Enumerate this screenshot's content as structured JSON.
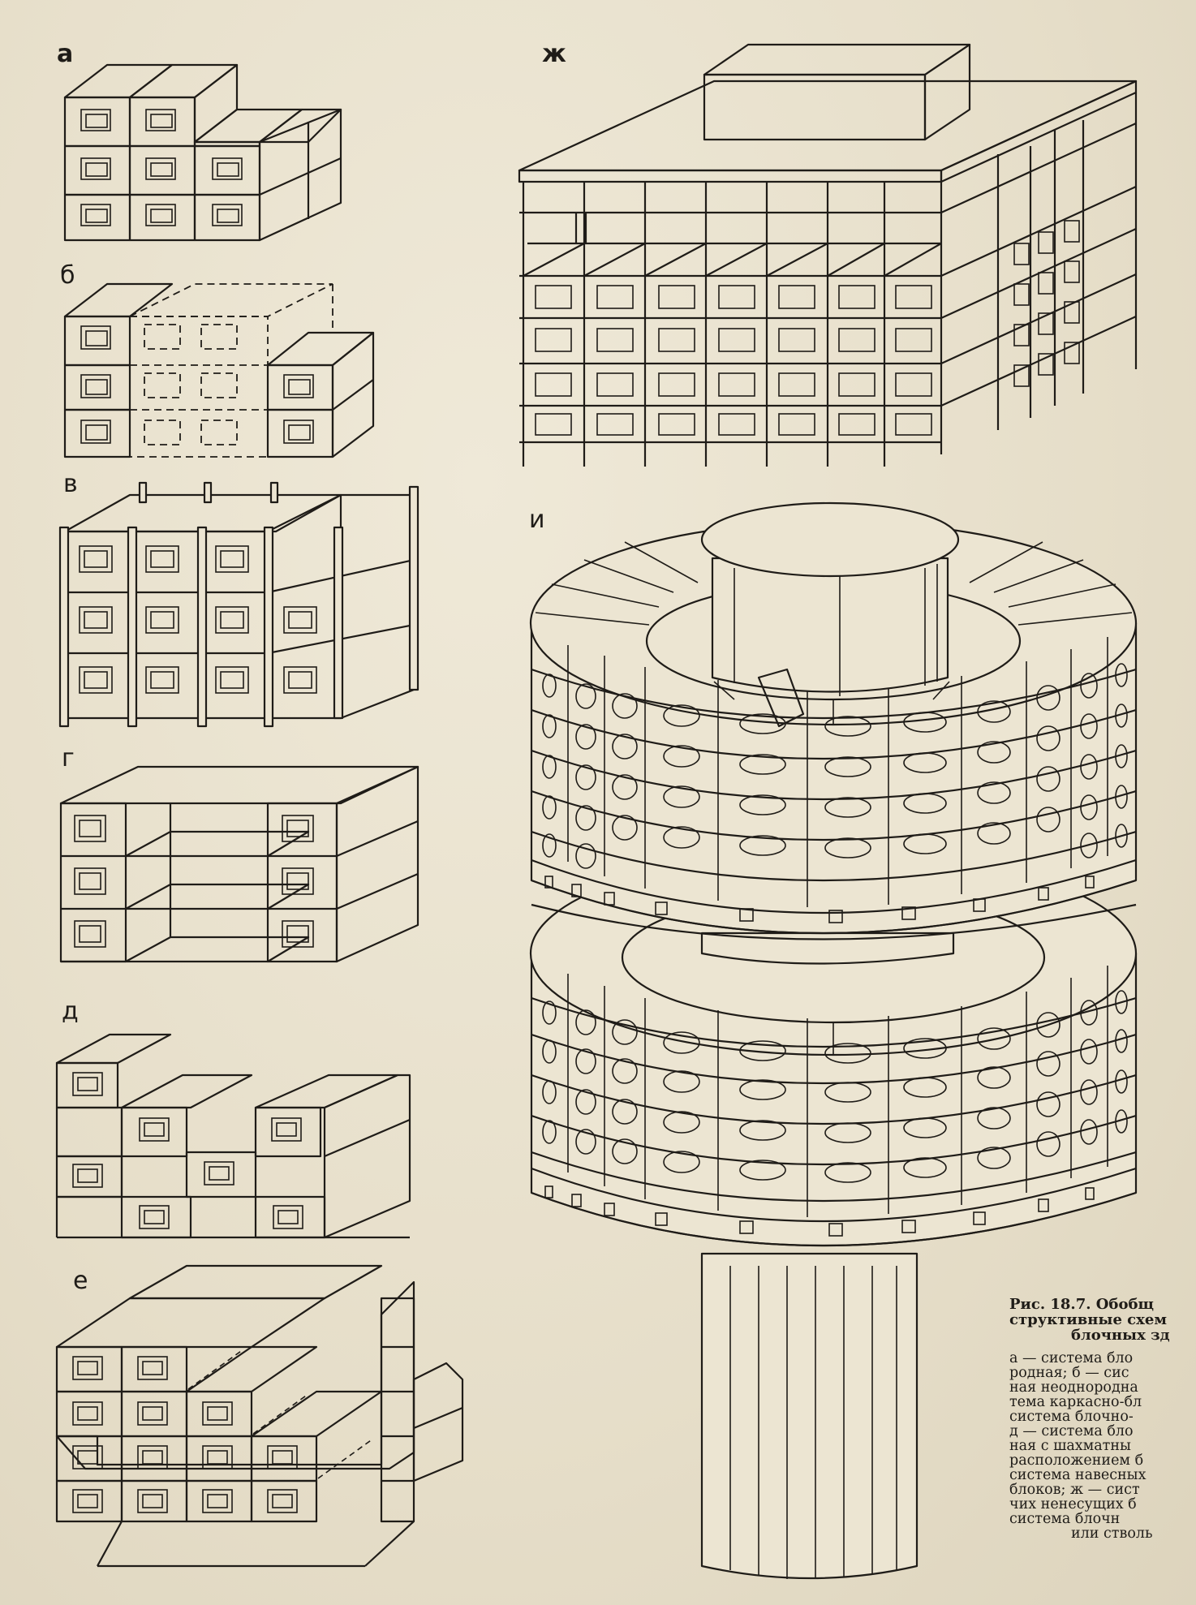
{
  "labels": {
    "a": "а",
    "b": "б",
    "v": "в",
    "g": "г",
    "d": "д",
    "e": "е",
    "zh": "ж",
    "i": "и"
  },
  "caption": {
    "title_lines": [
      "Рис. 18.7. Обобщ",
      "структивные схем",
      "блочных зд"
    ],
    "body_lines": [
      "а — система бло",
      "родная; б — сис",
      "ная неоднородна",
      "тема каркасно-бл",
      "система блочно-",
      "д — система бло",
      "ная с шахматны",
      "расположением б",
      "система навесных",
      "блоков; ж — сист",
      "чих ненесущих б",
      "система блочн",
      "или стволь"
    ]
  }
}
